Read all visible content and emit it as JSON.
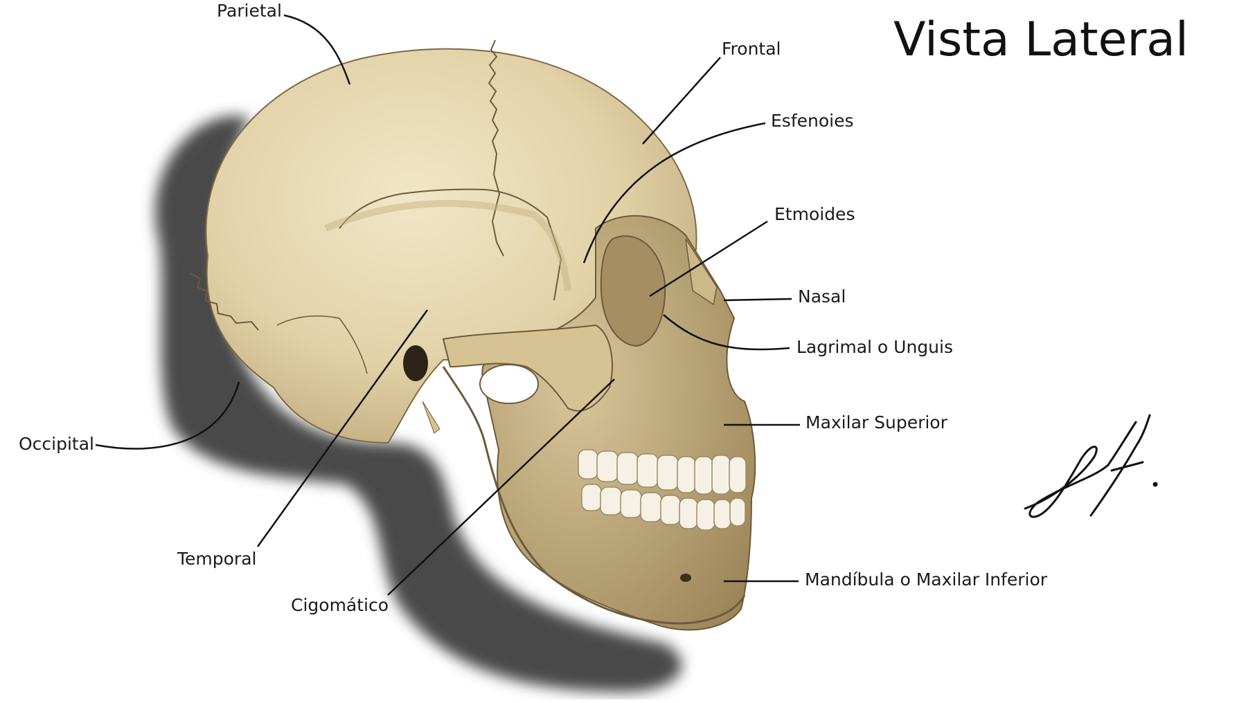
{
  "title": "Vista Lateral",
  "labels": {
    "parietal": "Parietal",
    "frontal": "Frontal",
    "esfenoides": "Esfenoies",
    "etmoides": "Etmoides",
    "nasal": "Nasal",
    "lagrimal": "Lagrimal o Unguis",
    "maxilar_superior": "Maxilar Superior",
    "mandibula": "Mandíbula o Maxilar Inferior",
    "occipital": "Occipital",
    "temporal": "Temporal",
    "cigomatico": "Cigomático"
  },
  "colors": {
    "bone": "#e8d9b3",
    "bone_shade": "#b49d6f",
    "bone_dark": "#7e6a45",
    "shadow": "#4d4d4d",
    "teeth": "#f6f1e4",
    "line": "#111111"
  }
}
